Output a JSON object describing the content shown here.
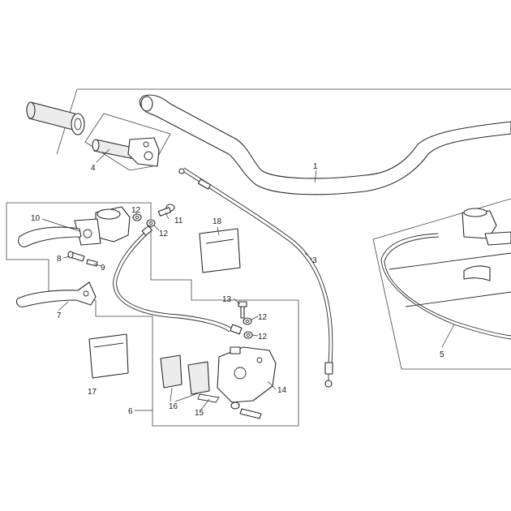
{
  "diagram": {
    "callouts": {
      "c1": "1",
      "c3": "3",
      "c4": "4",
      "c5": "5",
      "c6": "6",
      "c7": "7",
      "c8": "8",
      "c9": "9",
      "c10": "10",
      "c11": "11",
      "c12a": "12",
      "c12b": "12",
      "c12c": "12",
      "c12d": "12",
      "c13": "13",
      "c14": "14",
      "c15": "15",
      "c16": "16",
      "c17": "17",
      "c18": "18"
    }
  }
}
